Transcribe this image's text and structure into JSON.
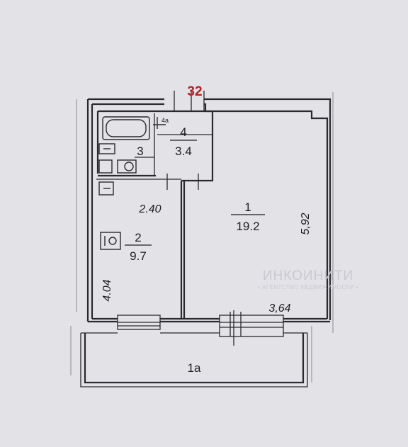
{
  "apartment_number": "32",
  "rooms": [
    {
      "id": "1",
      "area": "19.2"
    },
    {
      "id": "2",
      "area": "9.7"
    },
    {
      "id": "3"
    },
    {
      "id": "4",
      "area": "3.4"
    },
    {
      "id": "4a"
    },
    {
      "id": "1a"
    }
  ],
  "dimensions": {
    "room1_width": "3,64",
    "room1_length": "5,92",
    "room2_width": "2.40",
    "room2_length": "4.04"
  },
  "watermark": {
    "name": "ИНКОИНИТИ",
    "tagline": "• АГЕНТСТВО НЕДВИЖИМОСТИ •"
  }
}
